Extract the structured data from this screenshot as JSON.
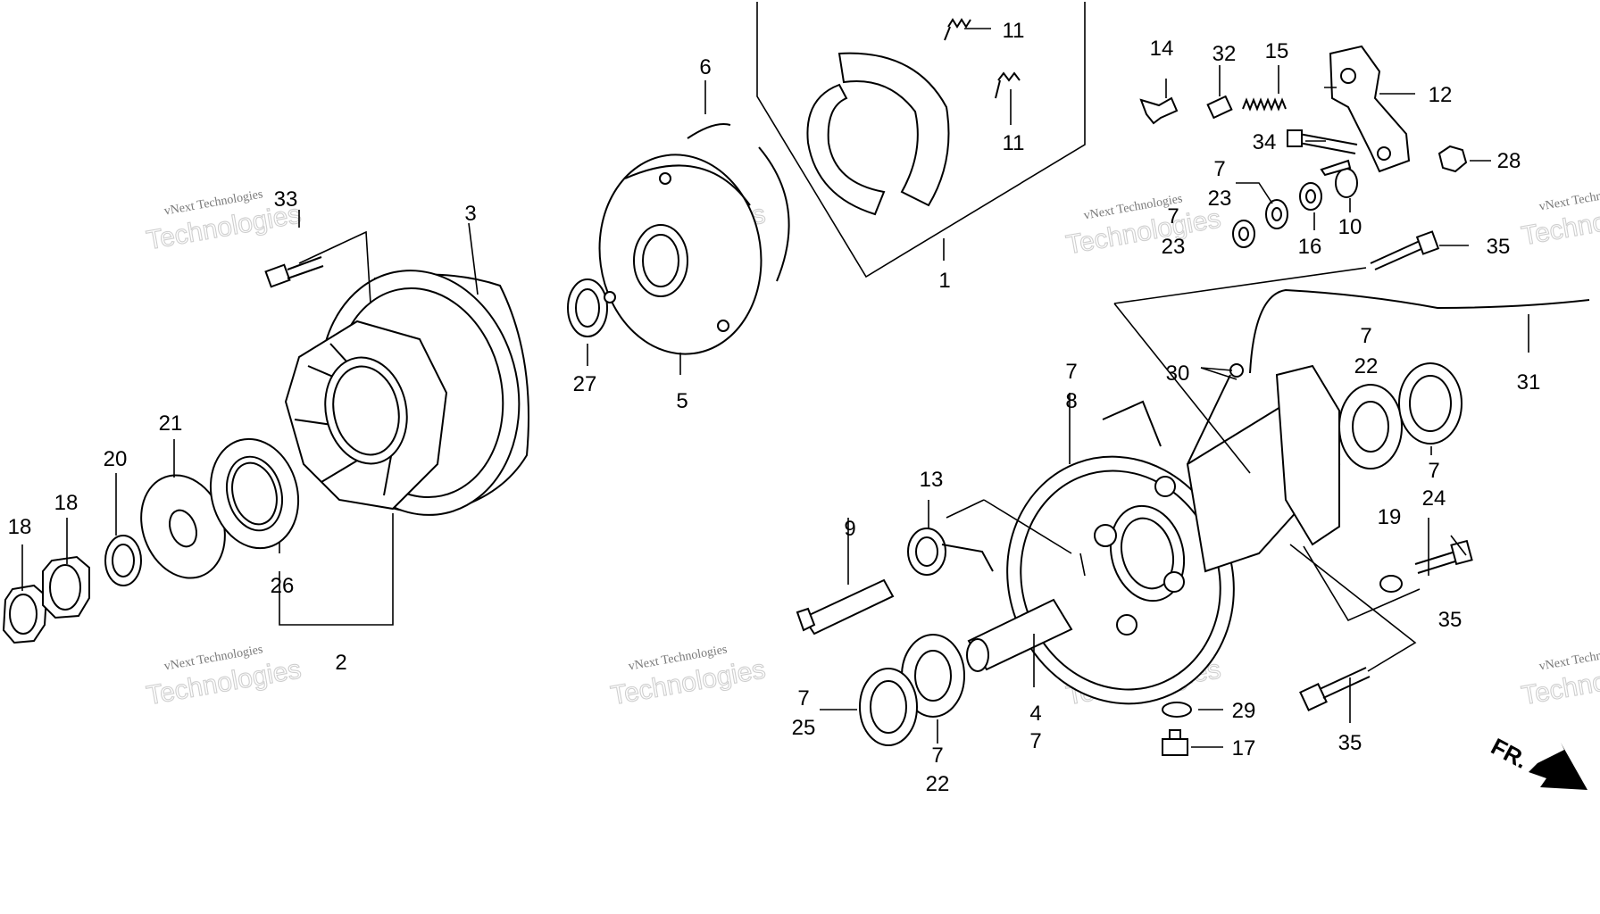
{
  "diagram": {
    "callouts": [
      {
        "id": "c1",
        "text": "1"
      },
      {
        "id": "c2",
        "text": "2"
      },
      {
        "id": "c3",
        "text": "3"
      },
      {
        "id": "c4",
        "text": "4"
      },
      {
        "id": "c4b",
        "text": "7"
      },
      {
        "id": "c5",
        "text": "5"
      },
      {
        "id": "c6",
        "text": "6"
      },
      {
        "id": "c7a",
        "text": "7"
      },
      {
        "id": "c8",
        "text": "8"
      },
      {
        "id": "c9",
        "text": "9"
      },
      {
        "id": "c10",
        "text": "10"
      },
      {
        "id": "c11a",
        "text": "11"
      },
      {
        "id": "c11b",
        "text": "11"
      },
      {
        "id": "c12",
        "text": "12"
      },
      {
        "id": "c13",
        "text": "13"
      },
      {
        "id": "c14",
        "text": "14"
      },
      {
        "id": "c15",
        "text": "15"
      },
      {
        "id": "c16",
        "text": "16"
      },
      {
        "id": "c17",
        "text": "17"
      },
      {
        "id": "c18a",
        "text": "18"
      },
      {
        "id": "c18b",
        "text": "18"
      },
      {
        "id": "c19",
        "text": "19"
      },
      {
        "id": "c20",
        "text": "20"
      },
      {
        "id": "c21",
        "text": "21"
      },
      {
        "id": "c22a7",
        "text": "7"
      },
      {
        "id": "c22a",
        "text": "22"
      },
      {
        "id": "c22b7",
        "text": "7"
      },
      {
        "id": "c22b",
        "text": "22"
      },
      {
        "id": "c23a7",
        "text": "7"
      },
      {
        "id": "c23a",
        "text": "23"
      },
      {
        "id": "c23b7",
        "text": "7"
      },
      {
        "id": "c23b",
        "text": "23"
      },
      {
        "id": "c24a",
        "text": "7"
      },
      {
        "id": "c24",
        "text": "24"
      },
      {
        "id": "c25a",
        "text": "7"
      },
      {
        "id": "c25",
        "text": "25"
      },
      {
        "id": "c26",
        "text": "26"
      },
      {
        "id": "c27",
        "text": "27"
      },
      {
        "id": "c28",
        "text": "28"
      },
      {
        "id": "c29",
        "text": "29"
      },
      {
        "id": "c30",
        "text": "30"
      },
      {
        "id": "c31a",
        "text": "7"
      },
      {
        "id": "c31",
        "text": "31"
      },
      {
        "id": "c32",
        "text": "32"
      },
      {
        "id": "c33",
        "text": "33"
      },
      {
        "id": "c34",
        "text": "34"
      },
      {
        "id": "c35a",
        "text": "35"
      },
      {
        "id": "c35b",
        "text": "35"
      },
      {
        "id": "c35c",
        "text": "35"
      }
    ],
    "direction_label": "FR.",
    "watermark_line1": "vNext Technologies",
    "watermark_line2": "Technologies"
  }
}
